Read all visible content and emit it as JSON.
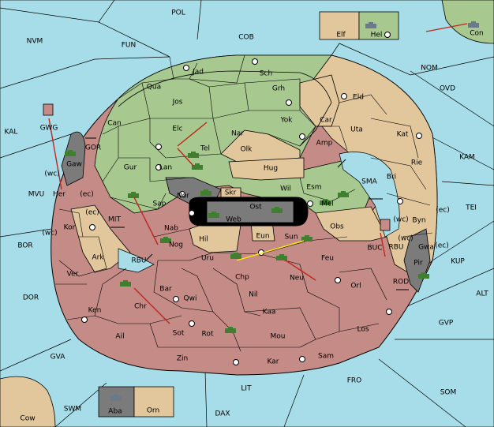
{
  "map": {
    "sea_labels": [
      "POL",
      "NVM",
      "FUN",
      "COB",
      "NOM",
      "OVD",
      "KAL",
      "KAM",
      "MVU",
      "GOR",
      "SMA",
      "TEI",
      "MIT",
      "BOR",
      "KUP",
      "RBU",
      "RBU",
      "DOR",
      "ROD",
      "ALT",
      "GVP",
      "GVA",
      "FRO",
      "SOM",
      "SWM",
      "LIT",
      "DAX"
    ],
    "land_labels": [
      "Elf",
      "Hel",
      "Con",
      "Jad",
      "Sch",
      "Qua",
      "Jos",
      "Grh",
      "Eld",
      "Can",
      "Elc",
      "Nar",
      "Yok",
      "Car",
      "Uta",
      "Kat",
      "Tel",
      "Olk",
      "Amp",
      "Gur",
      "Lan",
      "Hug",
      "Rie",
      "Bri",
      "Gaw",
      "Nor",
      "Skr",
      "Ost",
      "Wil",
      "Esm",
      "Mel",
      "Her",
      "Sap",
      "Web",
      "Byn",
      "Kor",
      "Nab",
      "Eun",
      "Sun",
      "Obs",
      "Gwa",
      "Ark",
      "Hil",
      "Nog",
      "Uru",
      "Feu",
      "Pir",
      "Ver",
      "Bar",
      "Chp",
      "Neu",
      "Orl",
      "Qwi",
      "Nil",
      "Ken",
      "Chr",
      "Kaa",
      "Rot",
      "Ail",
      "Sot",
      "Mou",
      "Los",
      "Zin",
      "Kar",
      "Sam",
      "Aba",
      "Orn",
      "Cow",
      "GWG",
      "BUC"
    ],
    "coast_labels": [
      "(wc)",
      "(ec)",
      "(ec)",
      "(wc)",
      "(wc)",
      "(ec)",
      "(wc)",
      "(ec)"
    ],
    "colors": {
      "green": "#a7c88f",
      "tan": "#e2c79d",
      "red": "#c58b86",
      "gray": "#7b7b7b",
      "sea": "#a7dde8"
    }
  }
}
